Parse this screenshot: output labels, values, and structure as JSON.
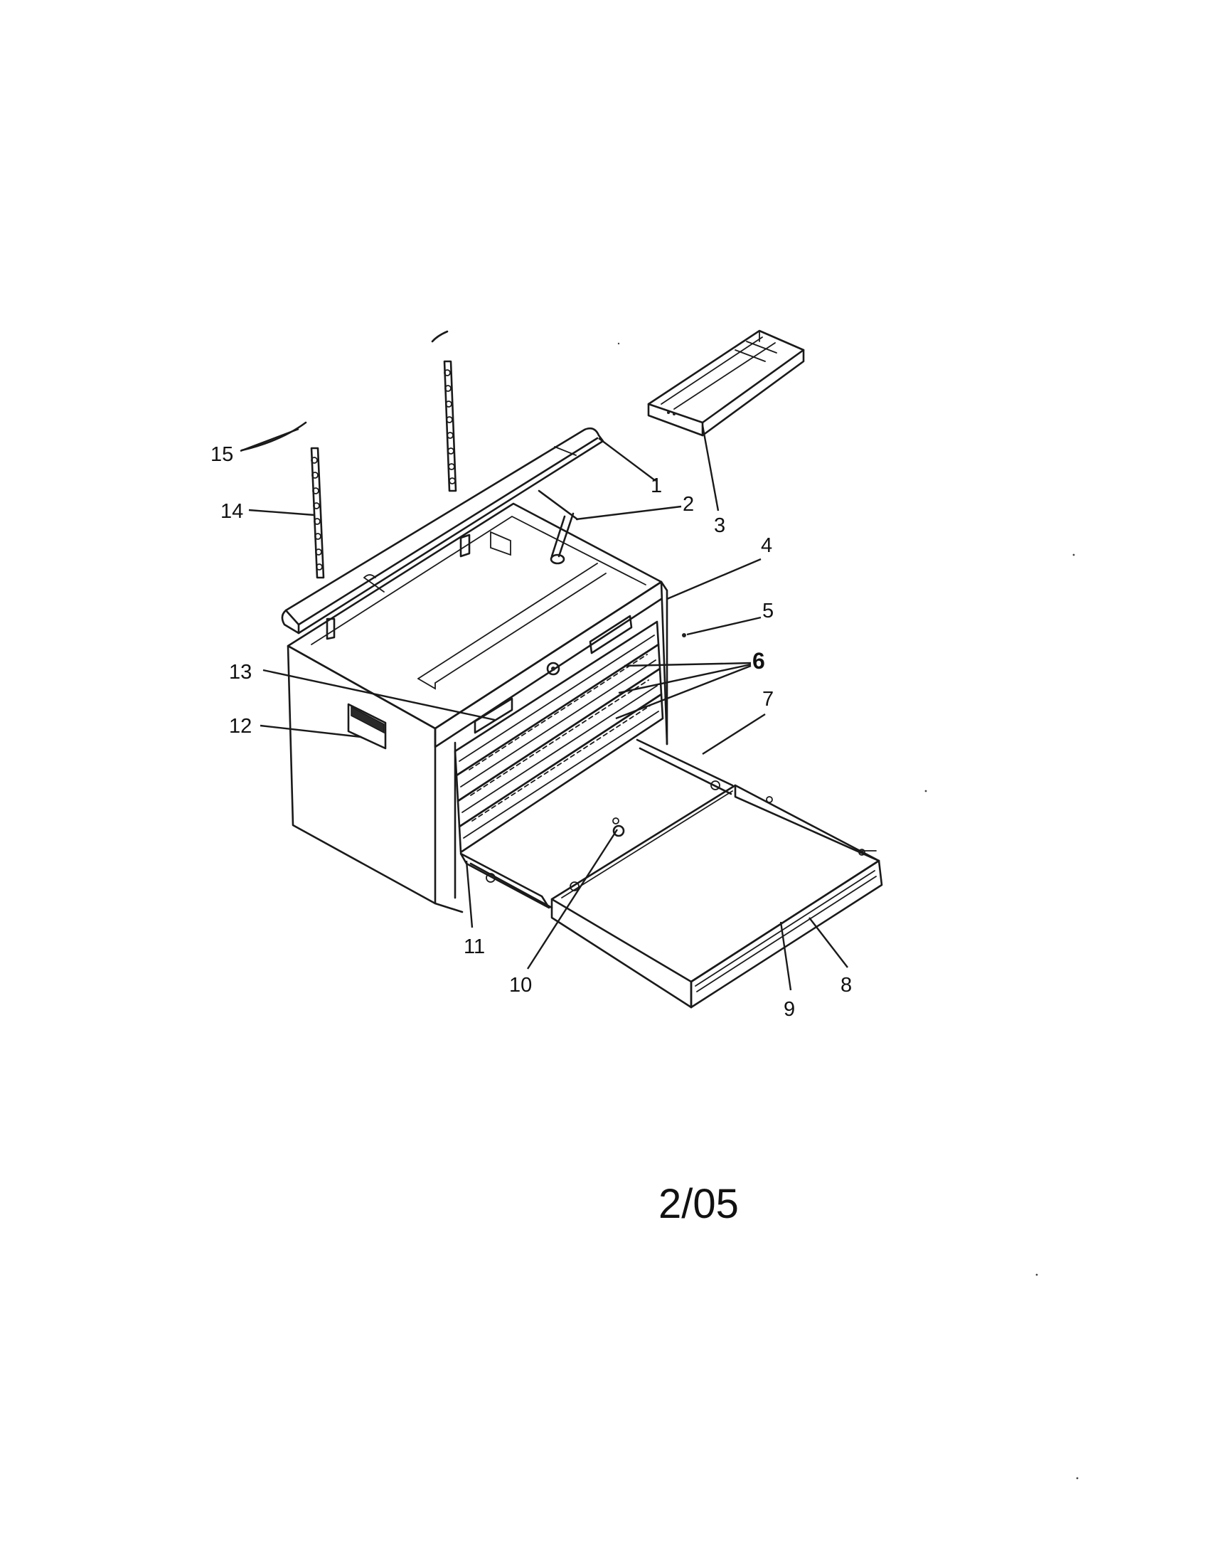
{
  "callouts": {
    "c1": "1",
    "c2": "2",
    "c3": "3",
    "c4": "4",
    "c5": "5",
    "c6": "6",
    "c7": "7",
    "c8": "8",
    "c9": "9",
    "c10": "10",
    "c11": "11",
    "c12": "12",
    "c13": "13",
    "c14": "14",
    "c15": "15"
  },
  "date_code": "2/05"
}
